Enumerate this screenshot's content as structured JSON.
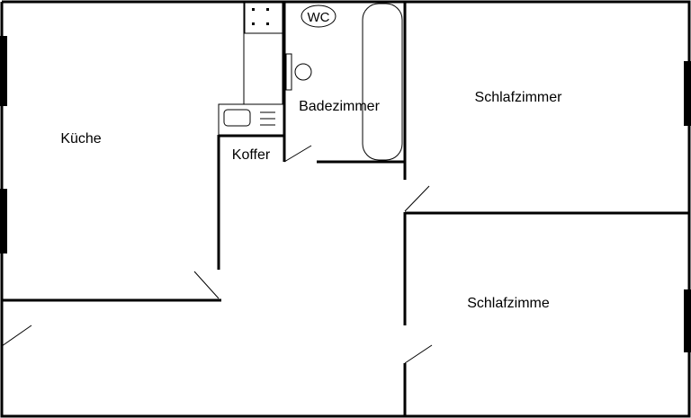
{
  "rooms": {
    "kitchen": "Küche",
    "bathroom": "Badezimmer",
    "storage": "Koffer",
    "bedroom_1": "Schlafzimmer",
    "bedroom_2": "Schlafzimme"
  },
  "fixtures": {
    "toilet_label": "WC"
  },
  "colors": {
    "wall": "#000000",
    "background": "#ffffff"
  }
}
